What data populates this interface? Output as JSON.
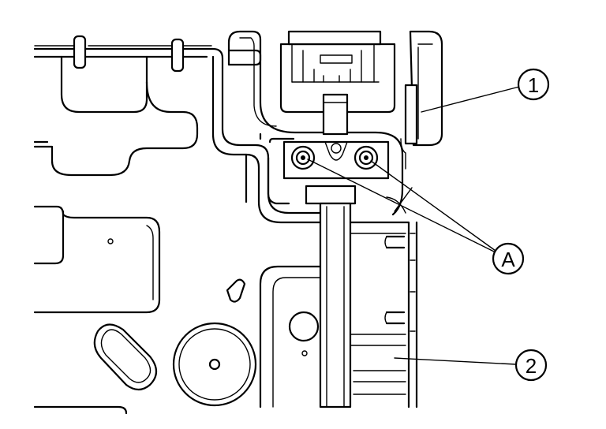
{
  "figure": {
    "callouts": [
      {
        "id": "callout-1",
        "label": "1"
      },
      {
        "id": "callout-a",
        "label": "A"
      },
      {
        "id": "callout-2",
        "label": "2"
      }
    ]
  }
}
